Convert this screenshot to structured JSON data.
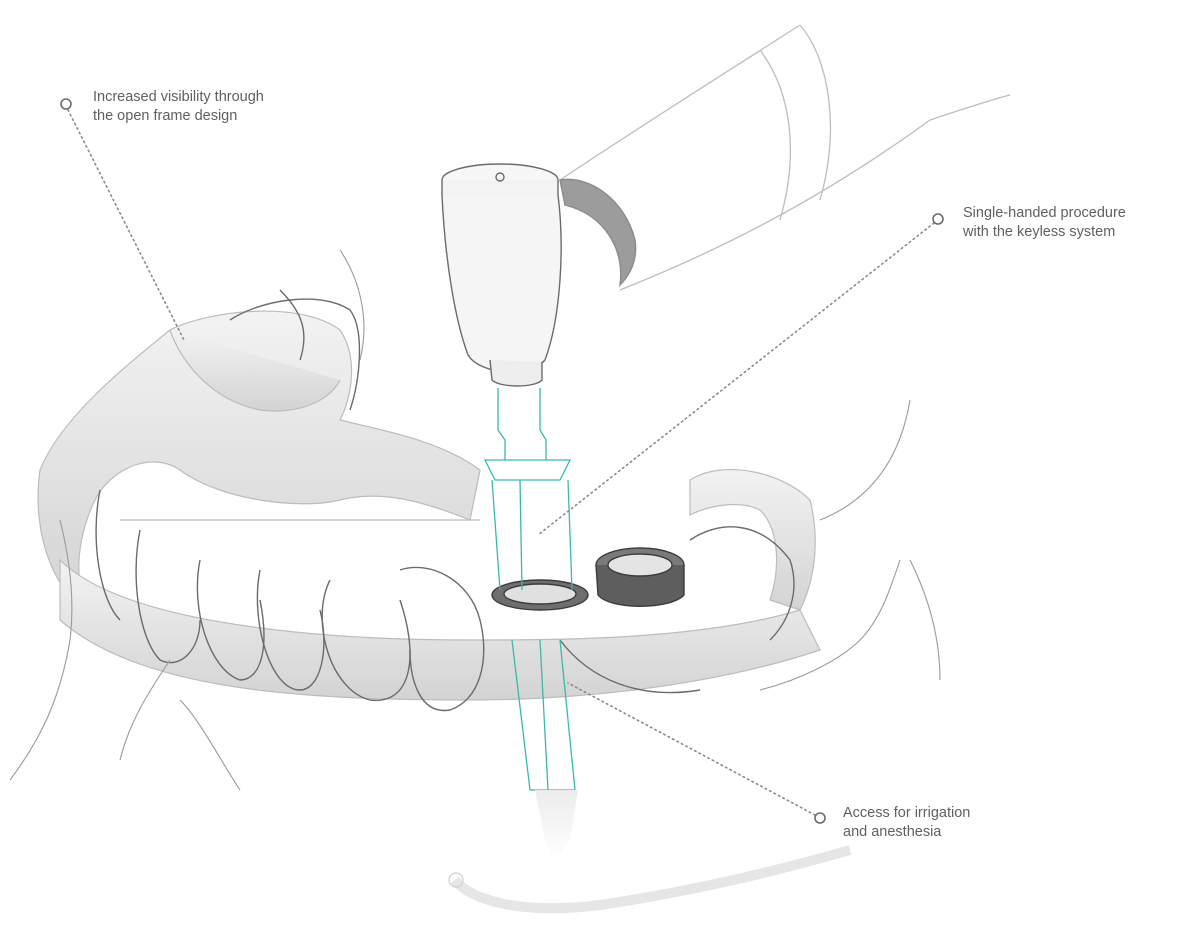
{
  "colors": {
    "accent": "#3bb8ad",
    "line": "#6b6b6b",
    "guide_body": "#d9d9d9",
    "text": "#5f6062",
    "leader": "#8a8a8a"
  },
  "callouts": [
    {
      "id": "visibility",
      "lines": [
        "Increased visibility through",
        "the open frame design"
      ]
    },
    {
      "id": "single-handed",
      "lines": [
        "Single-handed procedure",
        "with the keyless system"
      ]
    },
    {
      "id": "irrigation",
      "lines": [
        "Access for irrigation",
        "and anesthesia"
      ]
    }
  ]
}
